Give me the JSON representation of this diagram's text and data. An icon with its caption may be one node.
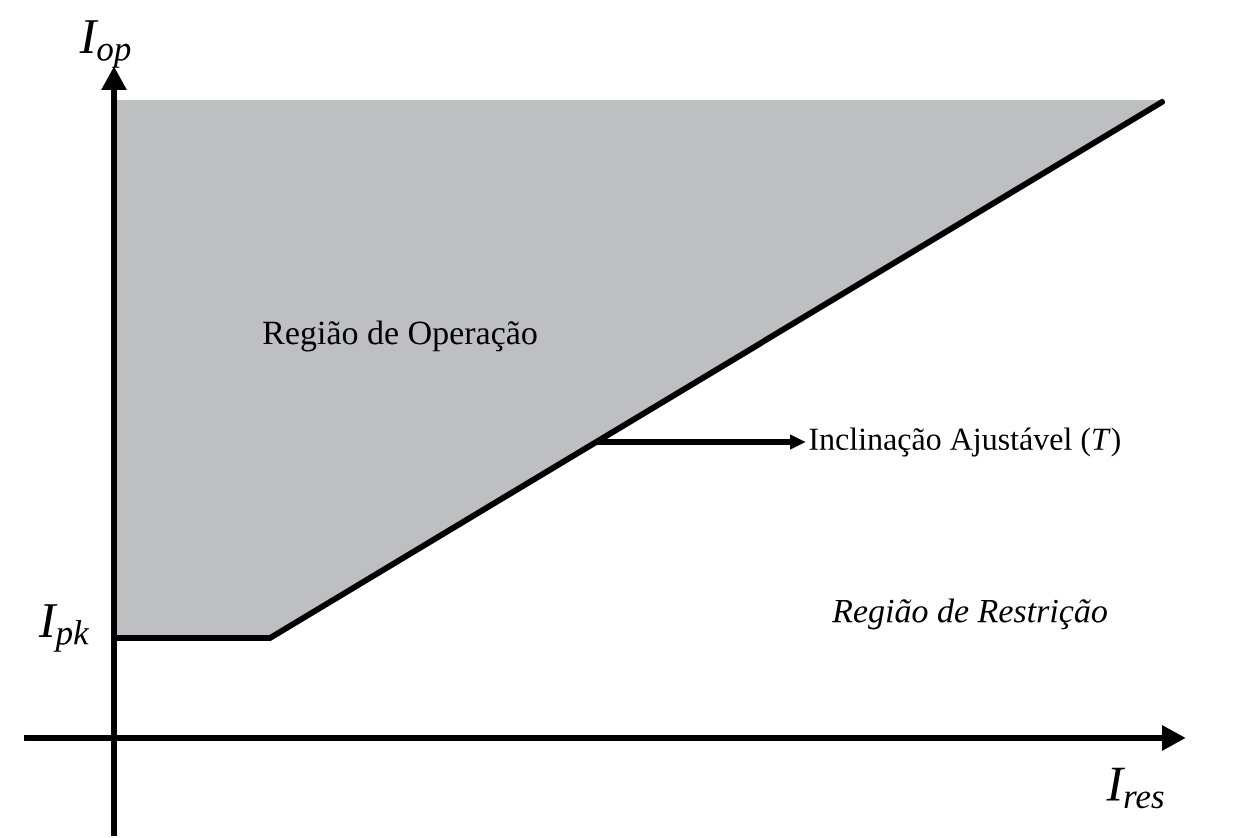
{
  "diagram": {
    "nodes": [
      {
        "text": [
          "Região de Operação"
        ]
      },
      {
        "text": [
          "Inclinação Ajustável (*T*)"
        ]
      }
    ],
    "edges": [
      {
        "from": 0,
        "to": 1,
        "arrow": "to"
      }
    ],
    "labels": [
      "I$_{op}$",
      "Região de Restrição",
      "I$_{pk}$",
      "I$_{res}$"
    ]
  }
}
